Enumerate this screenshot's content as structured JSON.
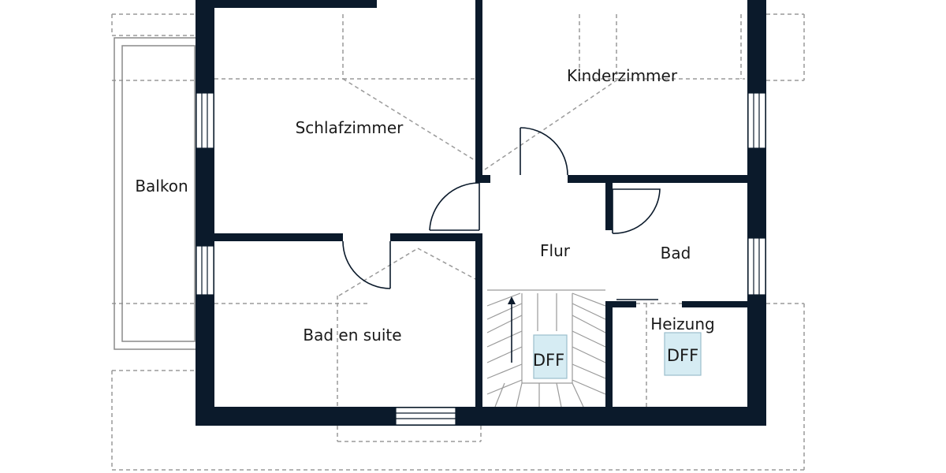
{
  "colors": {
    "wall": "#0b1a2b",
    "dashed": "#9a9a9a",
    "window_fill": "#ffffff",
    "skylight_fill": "#d6ecf3"
  },
  "rooms": {
    "schlafzimmer": "Schlafzimmer",
    "kinderzimmer": "Kinderzimmer",
    "balkon": "Balkon",
    "flur": "Flur",
    "bad": "Bad",
    "bad_en_suite": "Bad en suite",
    "heizung": "Heizung"
  },
  "skylights": {
    "stairs": "DFF",
    "heizung": "DFF"
  }
}
